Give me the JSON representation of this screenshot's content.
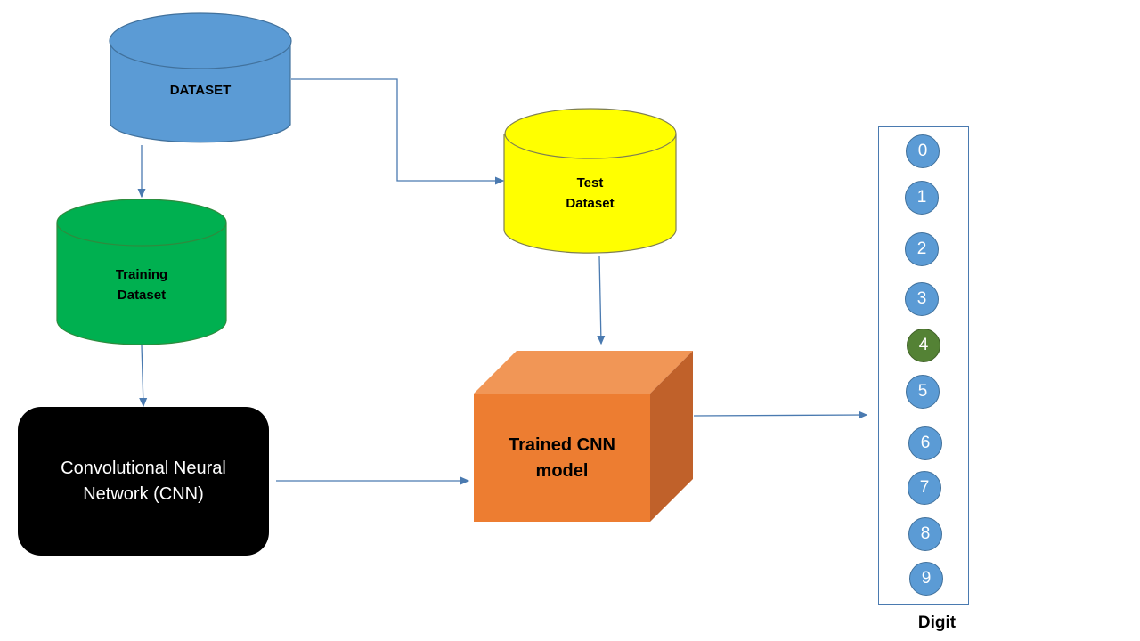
{
  "nodes": {
    "dataset": {
      "label": "DATASET",
      "color": "#5b9bd5"
    },
    "training_dataset": {
      "label": "Training\nDataset",
      "color": "#00b050"
    },
    "test_dataset": {
      "label": "Test\nDataset",
      "color": "#ffff00"
    },
    "cnn": {
      "label": "Convolutional Neural\nNetwork  (CNN)",
      "color": "#000000"
    },
    "trained_model": {
      "label": "Trained CNN\nmodel",
      "color": "#ed7d31"
    }
  },
  "digits": {
    "items": [
      "0",
      "1",
      "2",
      "3",
      "4",
      "5",
      "6",
      "7",
      "8",
      "9"
    ],
    "selected": "4",
    "caption": "Digit"
  },
  "colors": {
    "connector": "#4a7ab0",
    "digit_default": "#5b9bd5",
    "digit_selected": "#548235"
  }
}
